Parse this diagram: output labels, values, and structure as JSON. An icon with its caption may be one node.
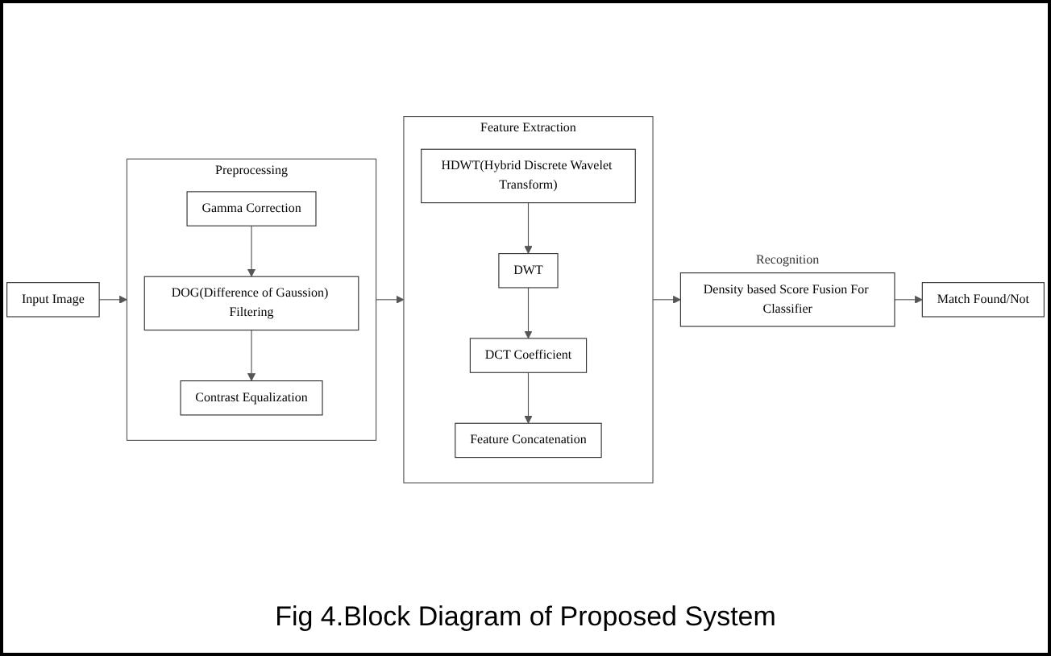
{
  "diagram": {
    "caption": "Fig 4.Block Diagram of Proposed System",
    "nodes": [
      {
        "text": [
          "Input Image"
        ]
      },
      {
        "text": [
          "Preprocessing"
        ]
      },
      {
        "text": [
          "Gamma Correction"
        ],
        "in": 1
      },
      {
        "text": [
          "DOG(Difference of Gaussion) Filtering"
        ],
        "in": 1
      },
      {
        "text": [
          "Contrast Equalization"
        ],
        "in": 1
      },
      {
        "text": [
          "Feature Extraction"
        ]
      },
      {
        "text": [
          "HDWT(Hybrid Discrete Wavelet Transform)"
        ],
        "in": 5
      },
      {
        "text": [
          "DWT"
        ],
        "in": 5
      },
      {
        "text": [
          "DCT Coefficient"
        ],
        "in": 5
      },
      {
        "text": [
          "Feature Concatenation"
        ],
        "in": 5
      },
      {
        "text": [
          "Density based Score Fusion For Classifier"
        ],
        "beside": [
          "Recognition"
        ]
      },
      {
        "text": [
          "Match Found/Not"
        ]
      }
    ],
    "edges": [
      {
        "from": 0,
        "to": 1,
        "arrow": "to"
      },
      {
        "from": 2,
        "to": 3,
        "arrow": "to"
      },
      {
        "from": 3,
        "to": 4,
        "arrow": "to"
      },
      {
        "from": 1,
        "to": 5,
        "arrow": "to"
      },
      {
        "from": 6,
        "to": 7,
        "arrow": "to"
      },
      {
        "from": 7,
        "to": 8,
        "arrow": "to"
      },
      {
        "from": 8,
        "to": 9,
        "arrow": "to"
      },
      {
        "from": 5,
        "to": 10,
        "arrow": "to"
      },
      {
        "from": 10,
        "to": 11,
        "arrow": "to"
      }
    ]
  }
}
